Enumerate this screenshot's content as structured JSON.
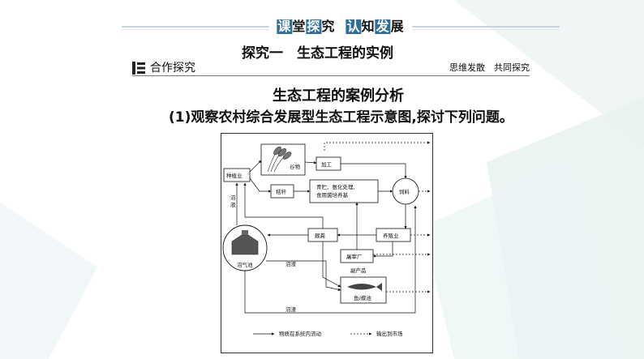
{
  "banner": {
    "chars": [
      "课",
      "堂",
      "探",
      "究",
      "认",
      "知",
      "发",
      "展"
    ],
    "highlight_color": "#2f6e97"
  },
  "section_title": "探究一　生态工程的实例",
  "cooperation": {
    "label": "合作探究",
    "slogan": "思维发散　共同探究"
  },
  "analysis_title": "生态工程的案例分析",
  "question": "(1)观察农村综合发展型生态工程示意图,探讨下列问题。",
  "diagram": {
    "nodes": {
      "planting": "种植业",
      "grain": "谷物",
      "processing": "加工",
      "straw": "秸秆",
      "silage": "青贮、氨化处理,",
      "mushroom": "食用菌培养基",
      "feed": "饲料",
      "manure": "厩粪",
      "husbandry": "养殖业",
      "slaughter": "屠宰厂",
      "biogas_digester": "沼气池",
      "fish_pond": "鱼/蝶池"
    },
    "edge_labels": {
      "slurry_vertical": [
        "沼",
        "液"
      ],
      "slurry_middle": "沼液",
      "slurry_bottom": "沼渣",
      "byproduct": "副产品"
    },
    "legend": {
      "internal_flow": "物质在系统内流动",
      "output_market": "输出到市场"
    }
  }
}
